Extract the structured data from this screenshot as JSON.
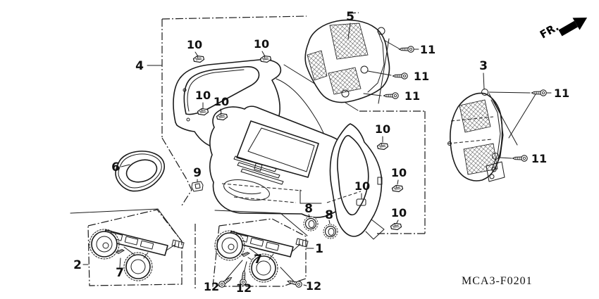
{
  "figure": {
    "code": "MCA3-F0201",
    "direction": "FR.",
    "callouts": {
      "1": "1",
      "2": "2",
      "3": "3",
      "4": "4",
      "5": "5",
      "6": "6",
      "7": "7",
      "8": "8",
      "9": "9",
      "10": "10",
      "11": "11",
      "12": "12"
    }
  }
}
